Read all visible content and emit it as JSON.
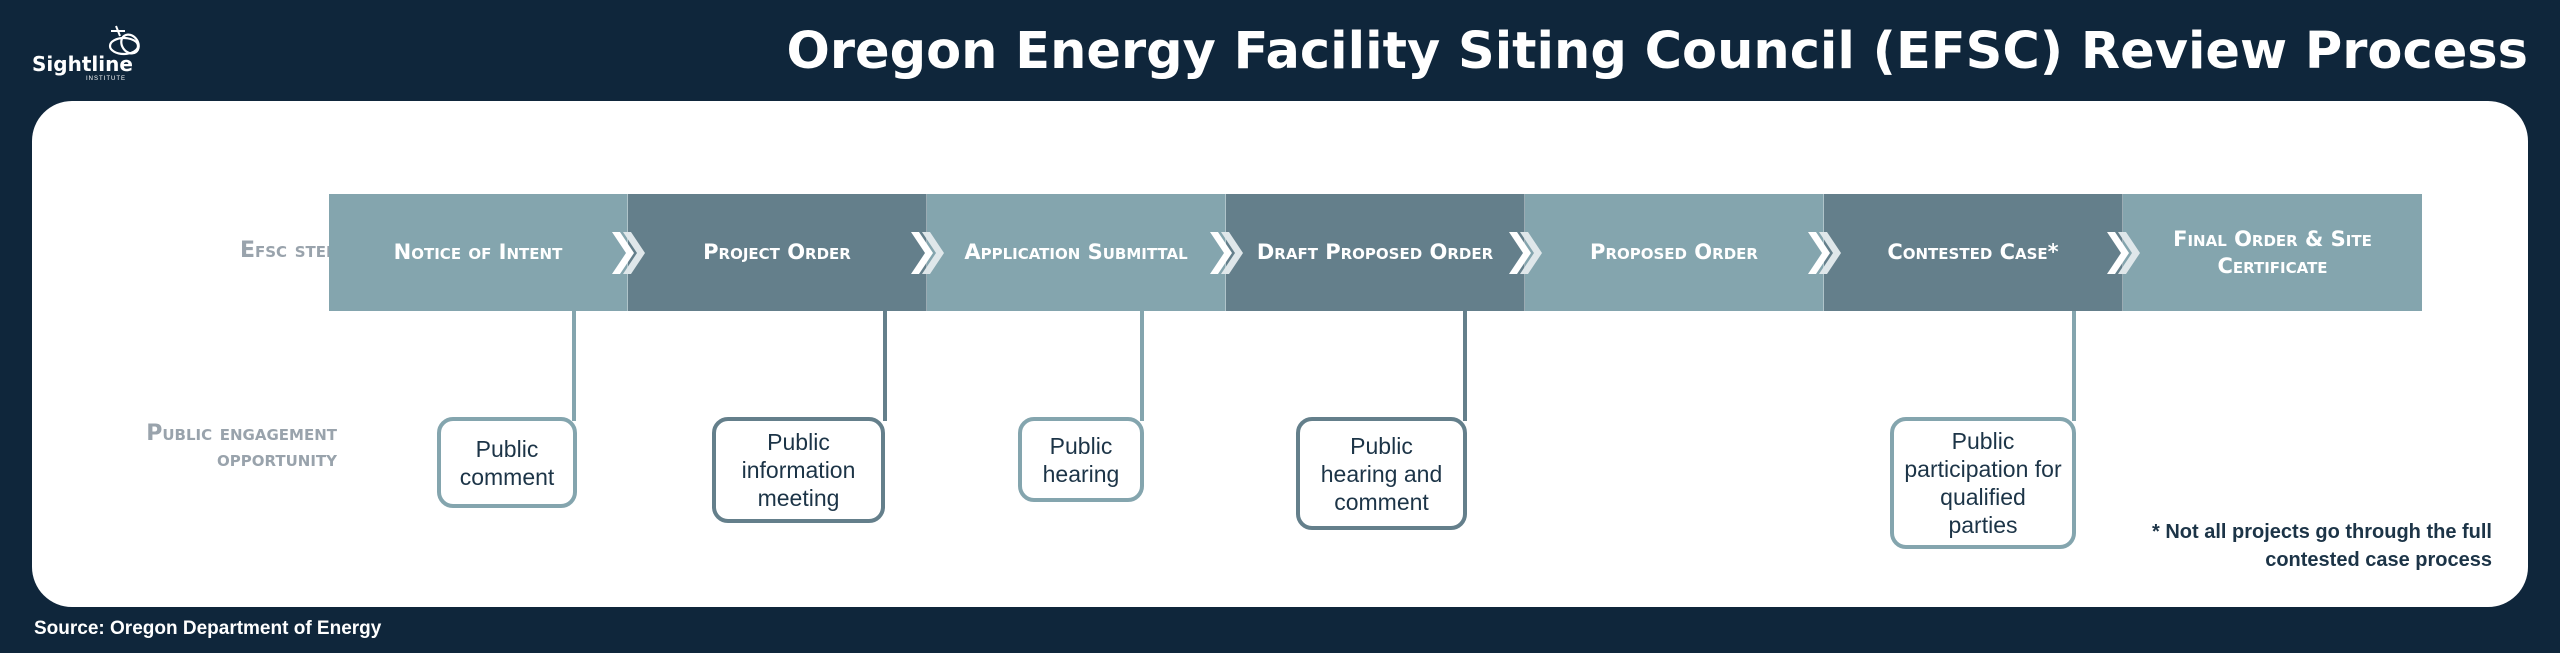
{
  "logo": {
    "name": "Sightline",
    "sub": "INSTITUTE"
  },
  "title": "Oregon Energy Facility Siting Council (EFSC) Review Process",
  "labels": {
    "step": "EFSC Step",
    "engagement": "Public Engagement Opportunity"
  },
  "steps": [
    {
      "label": "Notice of Intent",
      "tone": "light"
    },
    {
      "label": "Project Order",
      "tone": "dark"
    },
    {
      "label": "Application Submittal",
      "tone": "light"
    },
    {
      "label": "Draft Proposed Order",
      "tone": "dark"
    },
    {
      "label": "Proposed Order",
      "tone": "light"
    },
    {
      "label": "Contested Case*",
      "tone": "dark"
    },
    {
      "label": "Final Order & Site Certificate",
      "tone": "light"
    }
  ],
  "engagements": [
    {
      "text": "Public comment",
      "step": "Notice of Intent",
      "tone": "light"
    },
    {
      "text": "Public information meeting",
      "step": "Project Order",
      "tone": "dark"
    },
    {
      "text": "Public hearing",
      "step": "Application Submittal",
      "tone": "light"
    },
    {
      "text": "Public hearing and comment",
      "step": "Draft Proposed Order",
      "tone": "dark"
    },
    {
      "text": "Public participation for qualified parties",
      "step": "Contested Case*",
      "tone": "light"
    }
  ],
  "footnote": "* Not all projects go through the full contested case process",
  "source": "Source: Oregon Department of Energy",
  "colors": {
    "background": "#0f263b",
    "light_step": "#84a5ae",
    "dark_step": "#647f8b",
    "label_gray": "#99a3ac",
    "text_dark": "#1c3447"
  }
}
